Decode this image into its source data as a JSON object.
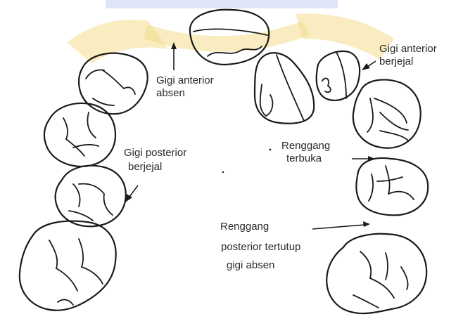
{
  "labels": {
    "anterior_absent_1": "Gigi anterior",
    "anterior_absent_2": "absen",
    "anterior_crowded_1": "Gigi anterior",
    "anterior_crowded_2": "berjejal",
    "posterior_crowded_1": "Gigi posterior",
    "posterior_crowded_2": "berjejal",
    "open_space_1": "Renggang",
    "open_space_2": "terbuka",
    "closed_space_1": "Renggang",
    "closed_space_2": "posterior tertutup",
    "closed_space_3": "gigi absen"
  },
  "watermark": {
    "color": "#f3dc8c",
    "band_color": "#c7cdf0"
  }
}
